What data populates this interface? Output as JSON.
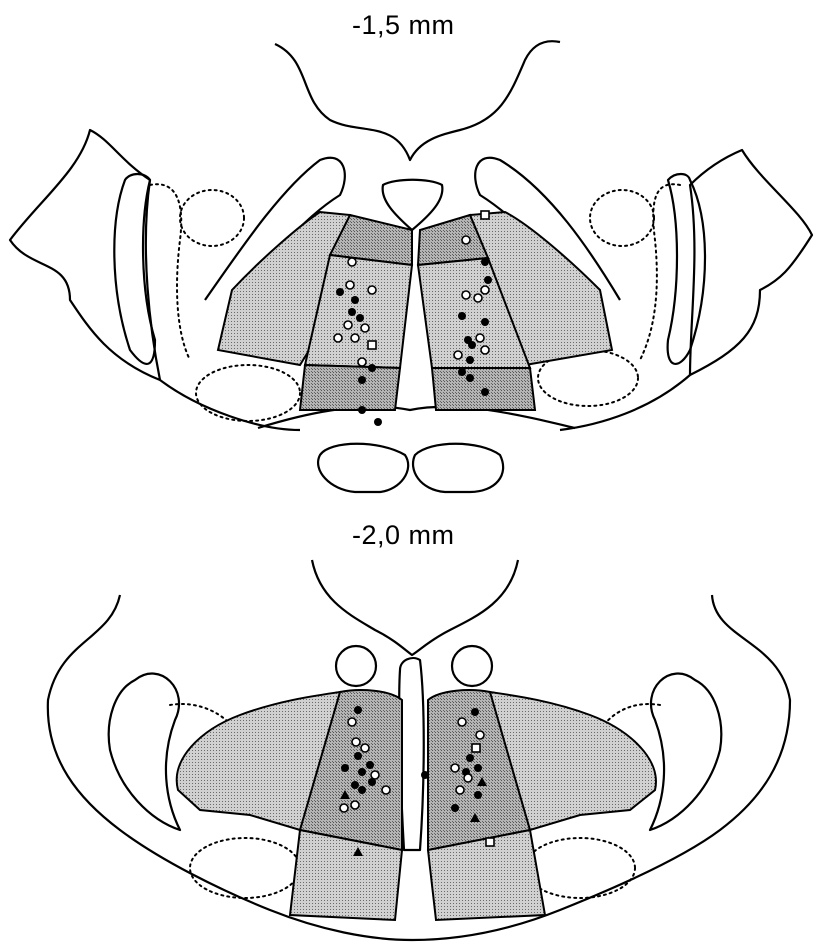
{
  "sections": [
    {
      "id": "section-1",
      "label": "-1,5 mm"
    },
    {
      "id": "section-2",
      "label": "-2,0 mm"
    }
  ],
  "colors": {
    "outline": "#000000",
    "region_fill_light": "#c8c8c8",
    "region_fill_dark": "#a9a9a9",
    "background": "#ffffff"
  },
  "marker_types": [
    "filled-circle",
    "open-circle",
    "open-square",
    "filled-triangle"
  ]
}
